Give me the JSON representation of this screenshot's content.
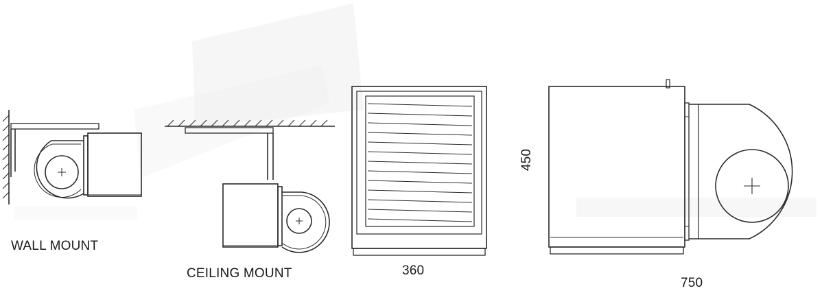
{
  "labels": {
    "wall_mount": "WALL MOUNT",
    "ceiling_mount": "CEILING MOUNT",
    "width_dim": "360",
    "length_dim": "750",
    "height_dim": "450"
  },
  "colors": {
    "line": "#2a2a2a",
    "shade": "#e9e9e9"
  }
}
